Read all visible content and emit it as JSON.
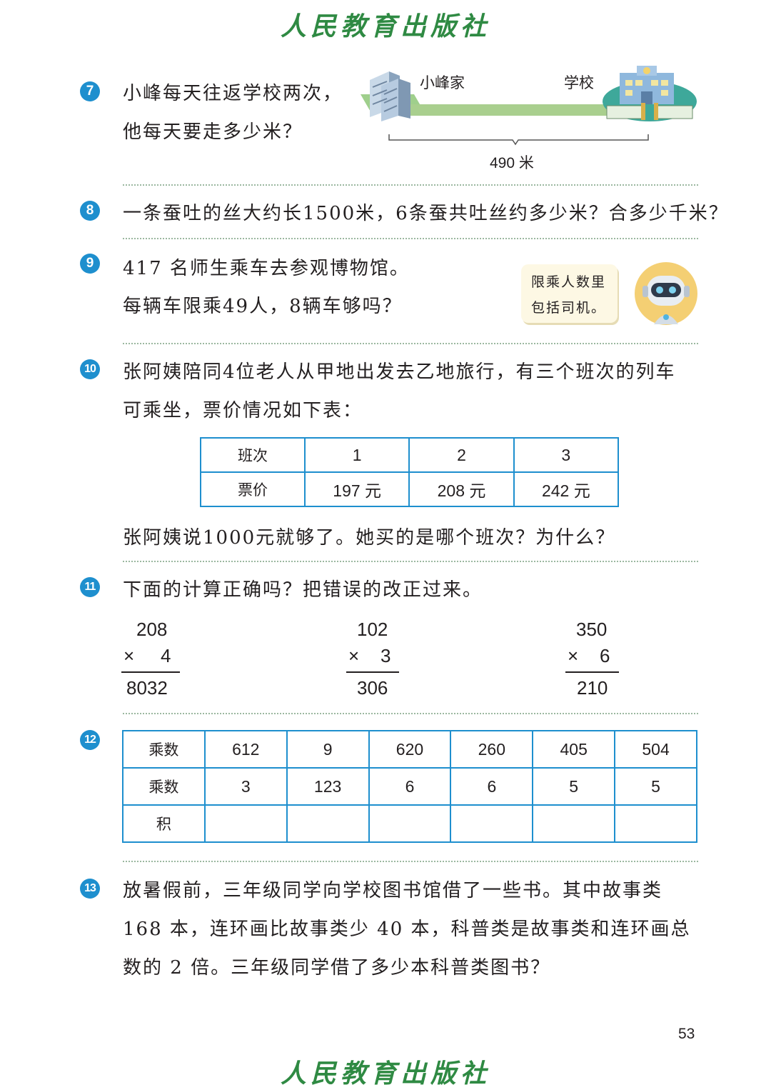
{
  "header": {
    "publisher": "人民教育出版社"
  },
  "footer": {
    "publisher": "人民教育出版社",
    "page_number": "53"
  },
  "q7": {
    "number": "7",
    "lines": [
      "小峰每天往返学校两次，",
      "他每天要走多少米？"
    ],
    "illustration": {
      "home_label": "小峰家",
      "school_label": "学校",
      "distance_label": "490 米"
    }
  },
  "q8": {
    "number": "8",
    "text": "一条蚕吐的丝大约长1500米，6条蚕共吐丝约多少米？合多少千米？"
  },
  "q9": {
    "number": "9",
    "lines": [
      "417 名师生乘车去参观博物馆。",
      "每辆车限乘49人，8辆车够吗？"
    ],
    "bubble": [
      "限乘人数里",
      "包括司机。"
    ]
  },
  "q10": {
    "number": "10",
    "lines": [
      "张阿姨陪同4位老人从甲地出发去乙地旅行，有三个班次的列车",
      "可乘坐，票价情况如下表："
    ],
    "table": {
      "rows": [
        [
          "班次",
          "1",
          "2",
          "3"
        ],
        [
          "票价",
          "197 元",
          "208 元",
          "242 元"
        ]
      ]
    },
    "after": "张阿姨说1000元就够了。她买的是哪个班次？为什么？"
  },
  "q11": {
    "number": "11",
    "text": "下面的计算正确吗？把错误的改正过来。",
    "calcs": [
      {
        "top": "208",
        "op": "×",
        "mult": "4",
        "result": "8032"
      },
      {
        "top": "102",
        "op": "×",
        "mult": "3",
        "result": "306"
      },
      {
        "top": "350",
        "op": "×",
        "mult": "6",
        "result": "210"
      }
    ]
  },
  "q12": {
    "number": "12",
    "table": {
      "rows": [
        [
          "乘数",
          "612",
          "9",
          "620",
          "260",
          "405",
          "504"
        ],
        [
          "乘数",
          "3",
          "123",
          "6",
          "6",
          "5",
          "5"
        ],
        [
          "积",
          "",
          "",
          "",
          "",
          "",
          ""
        ]
      ]
    }
  },
  "q13": {
    "number": "13",
    "lines": [
      "放暑假前，三年级同学向学校图书馆借了一些书。其中故事类",
      "168 本，连环画比故事类少 40 本，科普类是故事类和连环画总",
      "数的 2 倍。三年级同学借了多少本科普类图书？"
    ]
  }
}
